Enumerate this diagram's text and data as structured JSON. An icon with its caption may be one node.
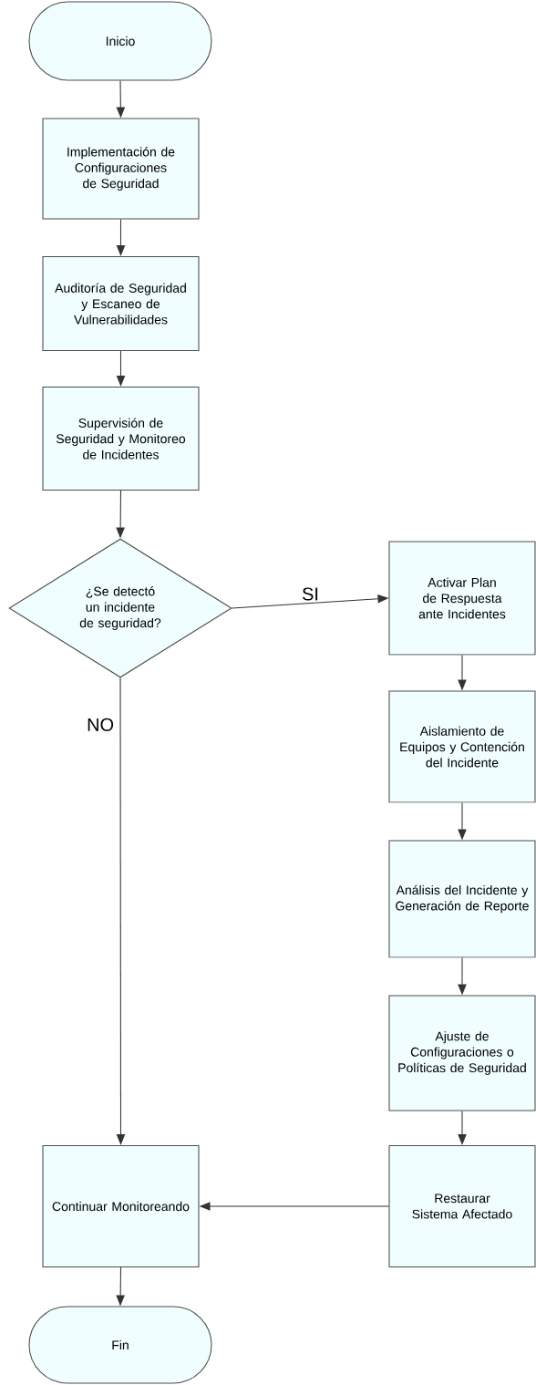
{
  "diagram": {
    "nodes": [
      {
        "text": [
          "Inicio"
        ]
      },
      {
        "text": [
          "Implementación de Configuraciones de Seguridad"
        ]
      },
      {
        "text": [
          "Auditoría de Seguridad y Escaneo de Vulnerabilidades"
        ]
      },
      {
        "text": [
          "Supervisión de Seguridad y Monitoreo de Incidentes"
        ]
      },
      {
        "text": [
          "¿Se detectó un incidente de seguridad?"
        ]
      },
      {
        "text": [
          "Activar Plan de Respuesta ante Incidentes"
        ]
      },
      {
        "text": [
          "Aislamiento de Equipos y Contención del Incidente"
        ]
      },
      {
        "text": [
          "Análisis del Incidente y Generación de Reporte"
        ]
      },
      {
        "text": [
          "Ajuste de Configuraciones o Políticas de Seguridad"
        ]
      },
      {
        "text": [
          "Restaurar Sistema Afectado"
        ]
      },
      {
        "text": [
          "Continuar Monitoreando"
        ]
      },
      {
        "text": [
          "Fin"
        ]
      }
    ],
    "edges": [
      {
        "from": 0,
        "to": 1,
        "arrow": "to"
      },
      {
        "from": 1,
        "to": 2,
        "arrow": "to"
      },
      {
        "from": 2,
        "to": 3,
        "arrow": "to"
      },
      {
        "from": 3,
        "to": 4,
        "arrow": "to"
      },
      {
        "from": 4,
        "to": 5,
        "arrow": "to",
        "label": "SI"
      },
      {
        "from": 4,
        "to": 10,
        "arrow": "to",
        "label": "NO"
      },
      {
        "from": 5,
        "to": 6,
        "arrow": "to"
      },
      {
        "from": 6,
        "to": 7,
        "arrow": "to"
      },
      {
        "from": 7,
        "to": 8,
        "arrow": "to"
      },
      {
        "from": 8,
        "to": 9,
        "arrow": "to"
      },
      {
        "from": 9,
        "to": 10,
        "arrow": "to"
      },
      {
        "from": 10,
        "to": 11,
        "arrow": "to"
      }
    ]
  }
}
